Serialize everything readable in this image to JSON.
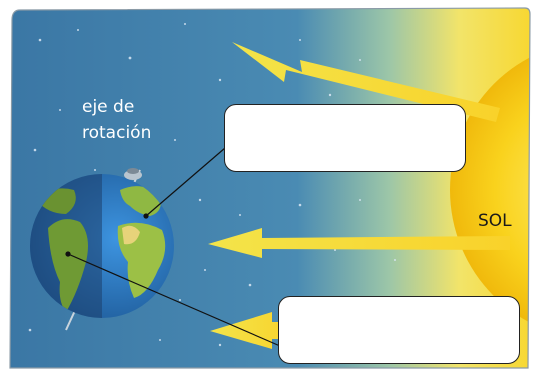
{
  "diagram": {
    "axis_label_line1": "eje de",
    "axis_label_line2": "rotación",
    "sun_label": "SOL",
    "answer_box_top_text": "",
    "answer_box_bottom_text": ""
  },
  "colors": {
    "space": "#3f7aa8",
    "sun": "#f6d21c",
    "ray": "#f3e44a",
    "ocean": "#2f7fd0",
    "land": "#7fa83a",
    "night_side": "#1e3f6b"
  }
}
